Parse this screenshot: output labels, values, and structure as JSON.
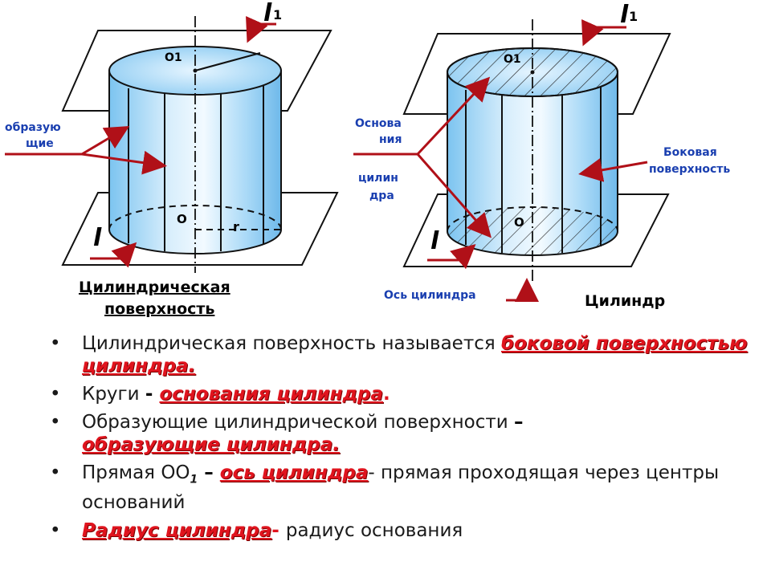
{
  "left_figure": {
    "label_l1": "l",
    "label_l1_sub": "1",
    "label_o1": "O1",
    "label_o": "O",
    "label_r": "r",
    "label_l": "l",
    "generators_label_line1": "образую",
    "generators_label_line2": "щие",
    "caption_line1": "Цилиндрическая",
    "caption_line2": "поверхность"
  },
  "right_figure": {
    "label_l1": "l",
    "label_l1_sub": "1",
    "label_o1": "O1",
    "label_o": "O",
    "label_l": "l",
    "bases_label_line1": "Основа",
    "bases_label_line2": "ния",
    "bases_label_line3": "цилин",
    "bases_label_line4": "дра",
    "lateral_label_line1": "Боковая",
    "lateral_label_line2": "поверхность",
    "axis_label": "Ось цилиндра",
    "caption": "Цилиндр"
  },
  "colors": {
    "accent_red": "#e0141e",
    "label_blue": "#1a3fb0",
    "arrow_red": "#b01018",
    "cylinder_light": "#eaf6ff",
    "cylinder_mid": "#9fd6f7"
  },
  "bullets": [
    {
      "bullet": "•",
      "text": "Цилиндрическая поверхность называется ",
      "term": "боковой поверхностью цилиндра."
    },
    {
      "bullet": "•",
      "text": "Круги ",
      "sep": "- ",
      "term": "основания цилиндра",
      "tail": "."
    },
    {
      "bullet": "•",
      "text": "Образующие цилиндрической поверхности ",
      "sep": "–",
      "term": "образующие цилиндра."
    },
    {
      "bullet": "•",
      "text": "Прямая OO",
      "sub": "1",
      "sep": " – ",
      "term": "ось цилиндра",
      "tail": "- прямая проходящая через центры оснований"
    },
    {
      "bullet": "•",
      "term": "Радиус цилиндра",
      "sep": "- ",
      "tail": "радиус основания"
    }
  ]
}
